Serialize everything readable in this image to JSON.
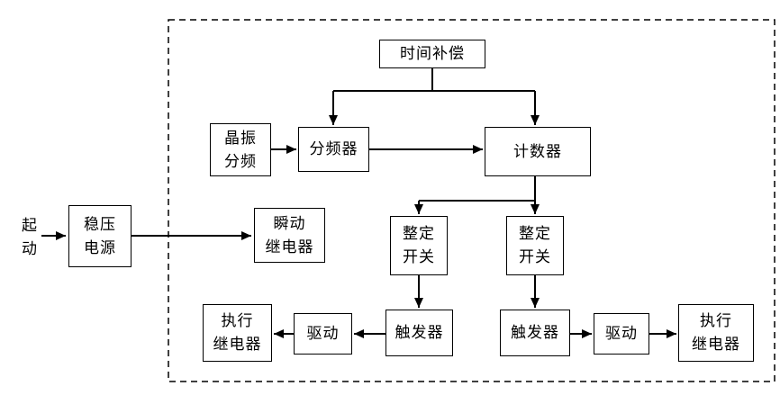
{
  "diagram": {
    "title": "timer-relay-block-diagram",
    "start_label": "起\n动",
    "boxes": {
      "time_compensation": "时间补偿",
      "crystal_divider": "晶振\n分频",
      "frequency_divider": "分频器",
      "counter": "计数器",
      "regulated_power": "稳压\n电源",
      "instant_relay": "瞬动\n继电器",
      "setting_switch_left": "整定\n开关",
      "setting_switch_right": "整定\n开关",
      "trigger_left": "触发器",
      "trigger_right": "触发器",
      "drive_left": "驱动",
      "drive_right": "驱动",
      "exec_relay_left": "执行\n继电器",
      "exec_relay_right": "执行\n继电器"
    },
    "colors": {
      "line": "#000000",
      "box_border": "#000000",
      "background": "#ffffff"
    }
  }
}
